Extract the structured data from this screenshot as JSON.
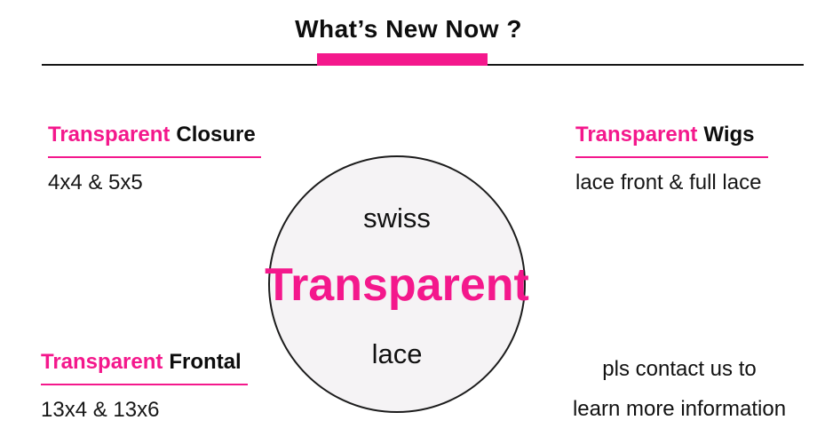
{
  "colors": {
    "accent": "#f4188c",
    "circle_fill": "#f5f3f5",
    "divider": "#161616",
    "text": "#111111"
  },
  "header": {
    "title": "What’s New Now ?"
  },
  "features": {
    "closure": {
      "highlight": "Transparent",
      "label": "Closure",
      "subtitle": "4x4 & 5x5"
    },
    "wigs": {
      "highlight": "Transparent",
      "label": "Wigs",
      "subtitle": "lace front & full lace"
    },
    "frontal": {
      "highlight": "Transparent",
      "label": "Frontal",
      "subtitle": "13x4 & 13x6"
    }
  },
  "circle": {
    "top": "swiss",
    "middle": "Transparent",
    "bottom": "lace"
  },
  "contact": {
    "line1": "pls contact us to",
    "line2": "learn more information"
  }
}
